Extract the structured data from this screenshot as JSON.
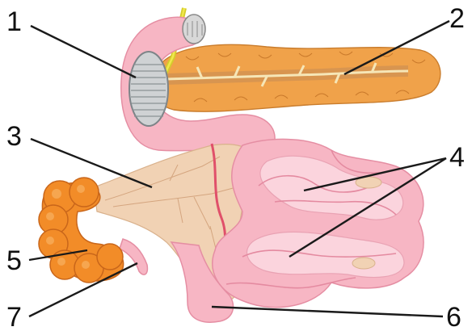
{
  "labels": [
    "1",
    "2",
    "3",
    "4",
    "5",
    "6",
    "7"
  ],
  "colors": {
    "small_intestine": "#f7b6c4",
    "large_intestine": "#f28c28",
    "mesentery": "#f1d2b4",
    "pancreas": "#f0a24a",
    "artery": "#e0506a"
  }
}
